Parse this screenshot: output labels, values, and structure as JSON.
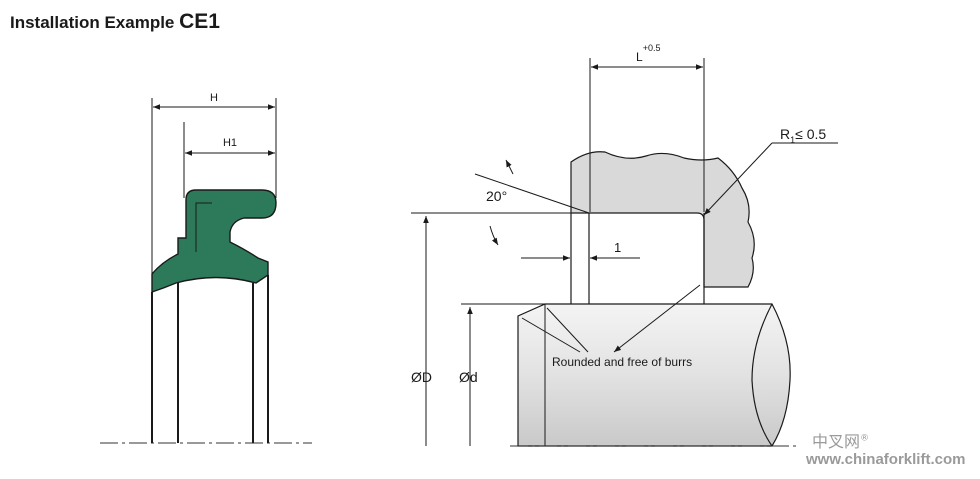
{
  "title": {
    "prefix": "Installation Example",
    "code": "CE1"
  },
  "diagram": {
    "seal_color": "#2d7a5b",
    "housing_color": "#d9d9d9",
    "shaft_color": "#e6e6e6",
    "labels": {
      "h": "H",
      "h1": "H1",
      "l_base": "L",
      "l_tol": "+0.5",
      "radius_base": "R",
      "radius_sub": "1",
      "radius_value": "≤ 0.5",
      "angle": "20°",
      "chamfer": "1",
      "bore_diameter": "ØD",
      "shaft_diameter": "Ød",
      "chamfer_note": "Rounded and free of burrs"
    }
  },
  "watermark": {
    "cn": "中叉网",
    "reg": "®",
    "url": "www.chinaforklift.com"
  }
}
